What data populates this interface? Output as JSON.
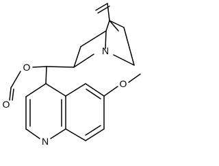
{
  "structure": {
    "atoms": {
      "oxygen_ester": "O",
      "nitrogen_quinuclidine": "N",
      "oxygen_methoxy": "O",
      "nitrogen_quinoline": "N",
      "oxygen_carbonyl": "O"
    },
    "colors": {
      "bond": "#000000",
      "label": "#000000",
      "background": "#ffffff"
    }
  }
}
